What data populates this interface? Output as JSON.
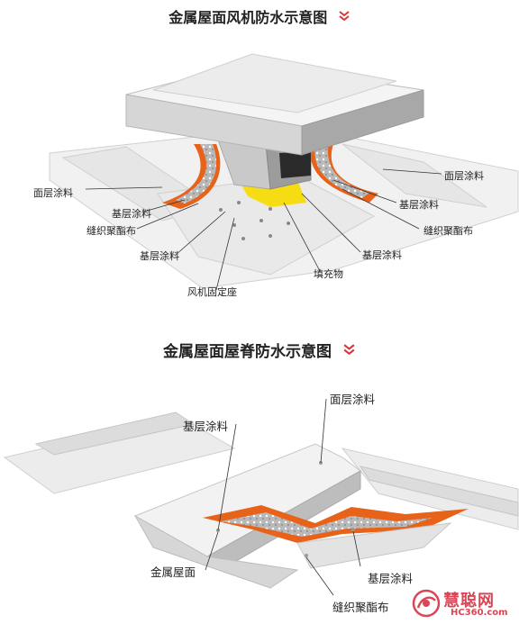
{
  "section1": {
    "title": "金属屋面风机防水示意图",
    "labels": {
      "left_top_coating": "面层涂料",
      "left_base_coating": "基层涂料",
      "left_fabric": "缝织聚酯布",
      "left_base_coating_2": "基层涂料",
      "fan_seat": "风机固定座",
      "filler": "填充物",
      "right_base_coating_2": "基层涂料",
      "right_fabric": "缝织聚酯布",
      "right_base_coating": "基层涂料",
      "right_top_coating": "面层涂料"
    }
  },
  "section2": {
    "title": "金属屋面屋脊防水示意图",
    "labels": {
      "top_coating": "面层涂料",
      "base_coating_top": "基层涂料",
      "metal_roof": "金属屋面",
      "base_coating_bottom": "基层涂料",
      "fabric": "缝织聚酯布"
    }
  },
  "colors": {
    "orange": "#e8631a",
    "yellow": "#f6dc12",
    "chevron": "#d9363e",
    "gray": "#c9c9c9",
    "watermark": "#d94656"
  },
  "watermark": {
    "name": "慧聪网",
    "url": "HC360.com"
  }
}
